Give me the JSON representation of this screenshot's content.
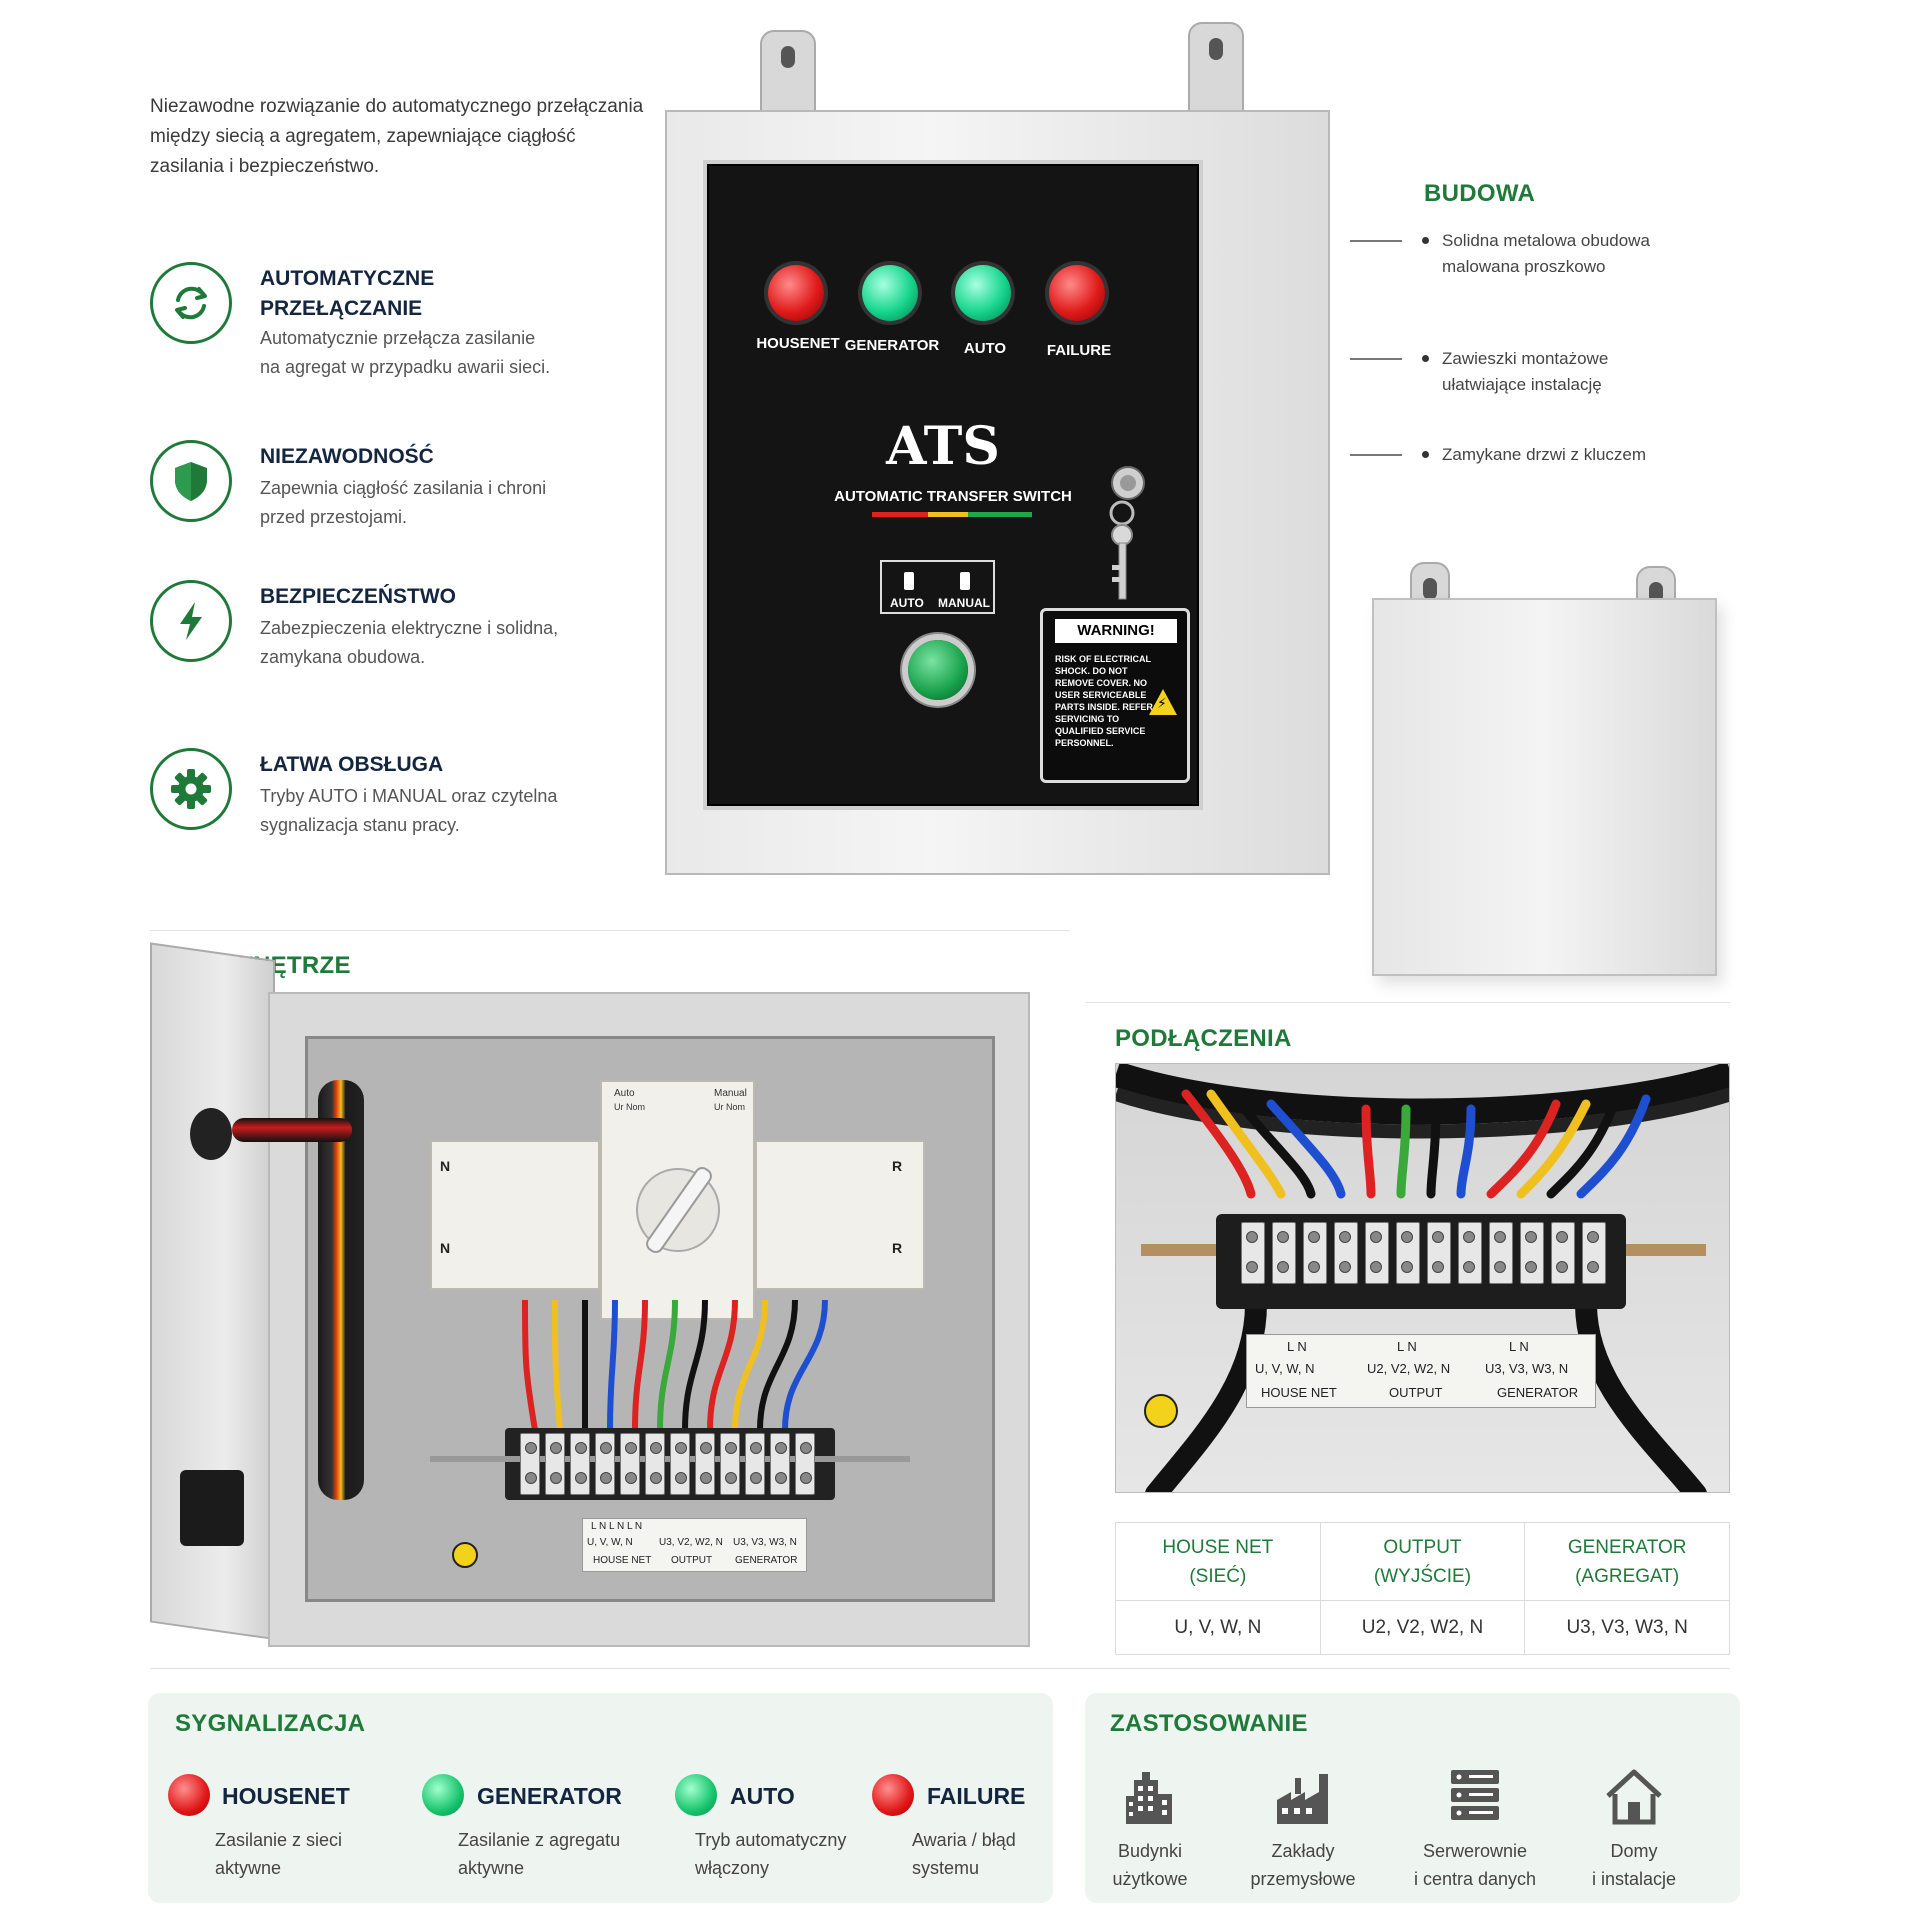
{
  "intro": "Niezawodne rozwiązanie do automatycznego przełączania między siecią a agregatem, zapewniające ciągłość zasilania i bezpieczeństwo.",
  "features": [
    {
      "title": "AUTOMATYCZNE PRZEŁĄCZANIE",
      "desc": "Automatycznie przełącza zasilanie na agregat w przypadku awarii sieci.",
      "icon": "refresh-icon"
    },
    {
      "title": "NIEZAWODNOŚĆ",
      "desc": "Zapewnia ciągłość zasilania i chroni przed przestojami.",
      "icon": "shield-icon"
    },
    {
      "title": "BEZPIECZEŃSTWO",
      "desc": "Zabezpieczenia elektryczne i solidna, zamykana obudowa.",
      "icon": "lightning-icon"
    },
    {
      "title": "ŁATWA OBSŁUGA",
      "desc": "Tryby AUTO i MANUAL oraz czytelna sygnalizacja stanu pracy.",
      "icon": "gear-icon"
    }
  ],
  "ats_box": {
    "lamps": [
      "HOUSENET",
      "GENERATOR",
      "AUTO",
      "FAILURE"
    ],
    "logo": "ATS",
    "subtitle": "AUTOMATIC TRANSFER SWITCH",
    "mode_auto": "AUTO",
    "mode_manual": "MANUAL",
    "warning_title": "WARNING!",
    "warning_text": "RISK OF ELECTRICAL SHOCK. DO NOT REMOVE COVER. NO USER SERVICEABLE PARTS INSIDE. REFER SERVICING TO QUALIFIED SERVICE PERSONNEL."
  },
  "budowa": {
    "heading": "BUDOWA",
    "items": [
      "Solidna metalowa obudowa malowana proszkowo",
      "Zawieszki montażowe ułatwiające instalację",
      "Zamykane drzwi z kluczem"
    ]
  },
  "wnetrze": {
    "heading": "WNĘTRZE",
    "switch_auto": "Auto",
    "switch_auto_sub": "Ur Nom",
    "switch_manual": "Manual",
    "switch_manual_sub": "Ur Nom",
    "label_n": "N",
    "label_r": "R",
    "plate_top": "L  N  L  N  L  N",
    "plate_mid": [
      "U, V, W, N",
      "U3, V2, W2, N",
      "U3, V3, W3, N"
    ],
    "plate_bottom": [
      "HOUSE NET",
      "OUTPUT",
      "GENERATOR"
    ]
  },
  "podlaczenia": {
    "heading": "PODŁĄCZENIA",
    "plate_top": [
      "L  N",
      "L  N",
      "L  N"
    ],
    "plate_mid": [
      "U, V, W, N",
      "U2, V2, W2, N",
      "U3, V3, W3, N"
    ],
    "plate_bottom": [
      "HOUSE NET",
      "OUTPUT",
      "GENERATOR"
    ],
    "table": {
      "headers": [
        [
          "HOUSE NET",
          "(SIEĆ)"
        ],
        [
          "OUTPUT",
          "(WYJŚCIE)"
        ],
        [
          "GENERATOR",
          "(AGREGAT)"
        ]
      ],
      "values": [
        "U, V, W, N",
        "U2, V2, W2, N",
        "U3, V3, W3, N"
      ]
    }
  },
  "sygnalizacja": {
    "heading": "SYGNALIZACJA",
    "items": [
      {
        "name": "HOUSENET",
        "desc": [
          "Zasilanie z sieci",
          "aktywne"
        ],
        "color": "#e01717"
      },
      {
        "name": "GENERATOR",
        "desc": [
          "Zasilanie z agregatu",
          "aktywne"
        ],
        "color": "#18c46d"
      },
      {
        "name": "AUTO",
        "desc": [
          "Tryb automatyczny",
          "włączony"
        ],
        "color": "#18c46d"
      },
      {
        "name": "FAILURE",
        "desc": [
          "Awaria / błąd",
          "systemu"
        ],
        "color": "#e01717"
      }
    ]
  },
  "zastosowanie": {
    "heading": "ZASTOSOWANIE",
    "items": [
      {
        "label": [
          "Budynki",
          "użytkowe"
        ],
        "icon": "office-building-icon"
      },
      {
        "label": [
          "Zakłady",
          "przemysłowe"
        ],
        "icon": "factory-icon"
      },
      {
        "label": [
          "Serwerownie",
          "i centra danych"
        ],
        "icon": "server-icon"
      },
      {
        "label": [
          "Domy",
          "i instalacje"
        ],
        "icon": "house-icon"
      }
    ]
  },
  "colors": {
    "brand_green": "#1f7a3a",
    "dark_navy": "#14263f",
    "lamp_red": "#e01717",
    "lamp_green": "#18c46d"
  }
}
